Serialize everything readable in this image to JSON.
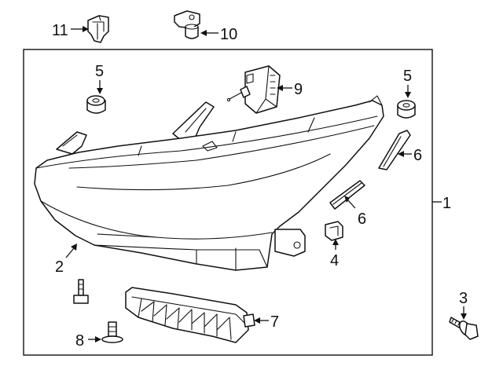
{
  "callouts": {
    "c1": "1",
    "c2": "2",
    "c3": "3",
    "c4": "4",
    "c5a": "5",
    "c5b": "5",
    "c6a": "6",
    "c6b": "6",
    "c7": "7",
    "c8": "8",
    "c9": "9",
    "c10": "10",
    "c11": "11"
  },
  "colors": {
    "line": "#111111",
    "background": "#ffffff"
  }
}
